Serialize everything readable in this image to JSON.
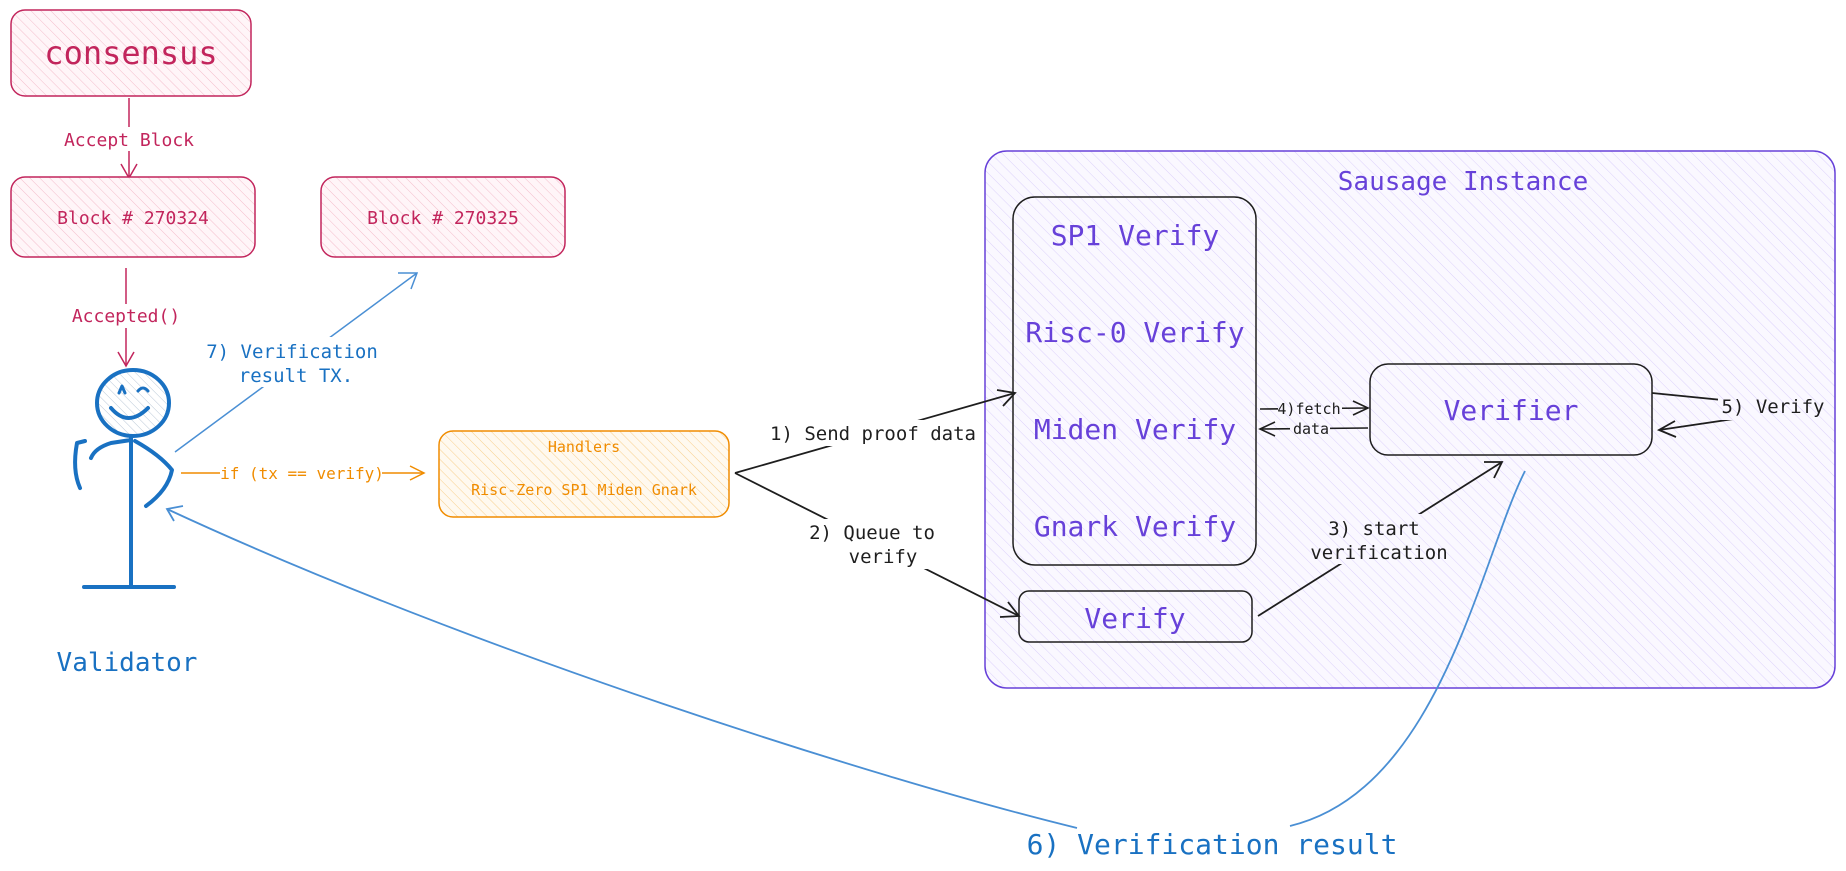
{
  "colors": {
    "consensus": "#c2255c",
    "consensus_fill": "#fde9ef",
    "validator": "#1971c2",
    "handlers": "#f08c00",
    "handlers_fill": "#fff1dc",
    "sausage": "#6741d9",
    "sausage_fill": "#f1ecff",
    "ink": "#1e1e1e"
  },
  "consensus": {
    "title": "consensus",
    "accept_block_label": "Accept Block",
    "block_current": "Block # 270324",
    "block_next": "Block # 270325",
    "accepted_label": "Accepted()"
  },
  "validator": {
    "label": "Validator",
    "icon": "stick-figure-icon"
  },
  "handlers": {
    "title": "Handlers",
    "items": "Risc-Zero SP1 Miden Gnark",
    "condition_label": "if (tx == verify)"
  },
  "sausage": {
    "title": "Sausage Instance",
    "verifiers": [
      "SP1 Verify",
      "Risc-0 Verify",
      "Miden Verify",
      "Gnark Verify"
    ],
    "verify_queue": "Verify",
    "verifier": "Verifier"
  },
  "steps": {
    "send_proof": "1) Send proof data",
    "queue_line1": "2) Queue to",
    "queue_line2": "verify",
    "start_line1": "3) start",
    "start_line2": "verification",
    "fetch_line1": "4)fetch",
    "fetch_line2": "data",
    "verify": "5) Verify",
    "result": "6) Verification result",
    "result_tx_line1": "7) Verification",
    "result_tx_line2": "result TX."
  }
}
